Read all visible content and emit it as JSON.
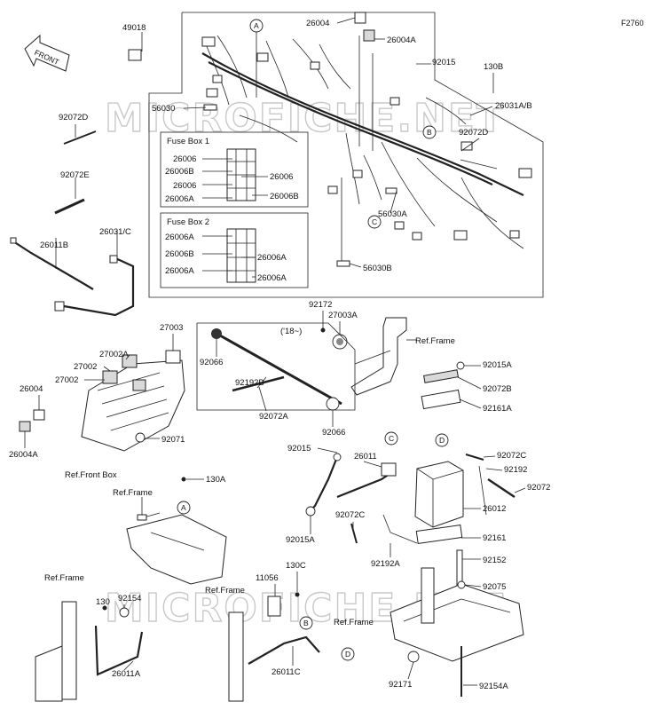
{
  "figure_code": "F2760",
  "front_badge": "FRONT",
  "watermarks": [
    "MICROFICHE.NET",
    "MICROFICHE.NET"
  ],
  "fuse_box_1": {
    "title": "Fuse Box 1",
    "left_labels": [
      "26006",
      "26006B",
      "26006",
      "26006A"
    ],
    "right_labels": [
      "26006",
      "26006B"
    ]
  },
  "fuse_box_2": {
    "title": "Fuse Box 2",
    "left_labels": [
      "26006A",
      "26006B",
      "26006A"
    ],
    "right_labels": [
      "26006A",
      "26006A"
    ]
  },
  "year_note": "('18~)",
  "ref_labels": {
    "frame_top": "Ref.Frame",
    "front_box": "Ref.Front Box",
    "frame_mid": "Ref.Frame",
    "frame_bl": "Ref.Frame",
    "frame_bc": "Ref.Frame",
    "frame_br": "Ref.Frame"
  },
  "callouts": {
    "A_top": "A",
    "B_top": "B",
    "C_top": "C",
    "C_mid": "C",
    "D_mid": "D",
    "A_bot": "A",
    "B_bot": "B",
    "D_bot": "D"
  },
  "part_labels": [
    "49018",
    "26004",
    "26004A",
    "92015",
    "130B",
    "26031A/B",
    "56030",
    "92072D",
    "92072D",
    "56030A",
    "56030B",
    "92072E",
    "26031/C",
    "26011B",
    "92172",
    "27003A",
    "27003",
    "27002A",
    "27002",
    "27002",
    "26004",
    "26004A",
    "92066",
    "92192B",
    "92072A",
    "92066",
    "92071",
    "92015A",
    "92072B",
    "92161A",
    "92015",
    "26011",
    "92072C",
    "92192",
    "92072",
    "26012",
    "92015A",
    "92072C",
    "92192A",
    "92161",
    "92152",
    "130A",
    "11056",
    "130C",
    "92075",
    "130",
    "92154",
    "26011A",
    "26011C",
    "92171",
    "92154A"
  ]
}
